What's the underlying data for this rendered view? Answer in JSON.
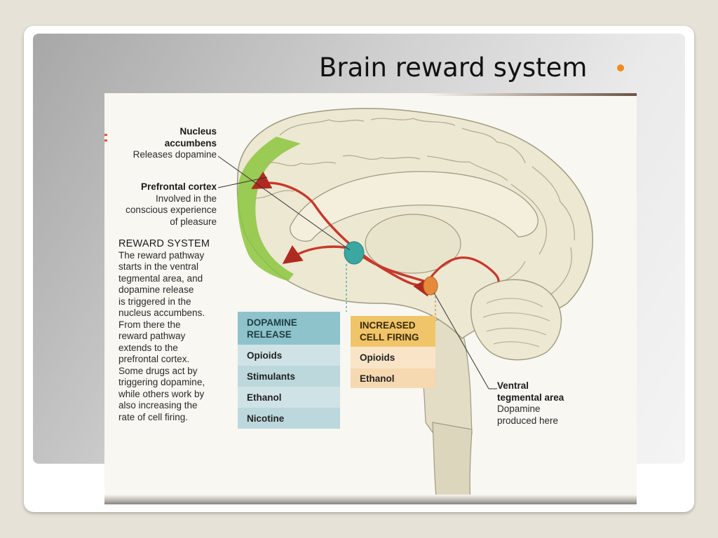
{
  "slide": {
    "title": "Brain reward system",
    "bullet_color": "#f08a1c"
  },
  "figure": {
    "nucleus_accumbens": {
      "name_line1": "Nucleus",
      "name_line2": "accumbens",
      "desc": "Releases dopamine"
    },
    "prefrontal_cortex": {
      "name": "Prefrontal cortex",
      "desc_lines": [
        "Involved in the",
        "conscious experience",
        "of pleasure"
      ]
    },
    "reward_system": {
      "heading": "REWARD SYSTEM",
      "body_lines": [
        "The reward pathway",
        "starts in the ventral",
        "tegmental area, and",
        "dopamine release",
        "is triggered in the",
        "nucleus accumbens.",
        "From there the",
        "reward pathway",
        "extends to the",
        "prefrontal cortex.",
        "Some drugs act by",
        "triggering dopamine,",
        "while others work by",
        "also increasing the",
        "rate of cell firing."
      ]
    },
    "ventral_tegmental_area": {
      "name_line1": "Ventral",
      "name_line2": "tegmental area",
      "desc_lines": [
        "Dopamine",
        "produced here"
      ]
    },
    "dopamine_release_table": {
      "header_lines": [
        "DOPAMINE",
        "RELEASE"
      ],
      "items": [
        "Opioids",
        "Stimulants",
        "Ethanol",
        "Nicotine"
      ],
      "color": "#8fc3cb"
    },
    "increased_firing_table": {
      "header_lines": [
        "INCREASED",
        "CELL FIRING"
      ],
      "items": [
        "Opioids",
        "Ethanol"
      ],
      "color": "#f0c468"
    },
    "colors": {
      "prefrontal_highlight": "#8cc63e",
      "pathway_arrow": "#c8382a",
      "nucleus_accumbens_marker": "#3aa7a0",
      "vta_marker": "#e58a3a",
      "brain_tissue": "#ece8d2"
    }
  }
}
